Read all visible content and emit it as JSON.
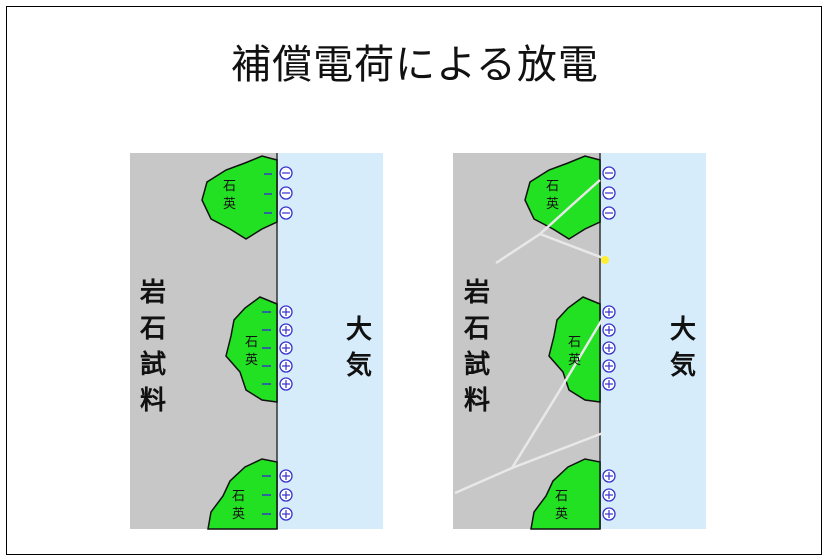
{
  "title": "補償電荷による放電",
  "left_panel": {
    "rock_label": "岩石試料",
    "air_label": "大気",
    "quartz_label": "石英"
  },
  "right_panel": {
    "rock_label": "岩石試料",
    "air_label": "大気",
    "quartz_label": "石英"
  },
  "colors": {
    "rock": "#c7c7c7",
    "air": "#d6ecfa",
    "quartz": "#22e022",
    "charge": "#3333cc",
    "discharge": "#e8e8e8",
    "spark": "#ffee33"
  }
}
